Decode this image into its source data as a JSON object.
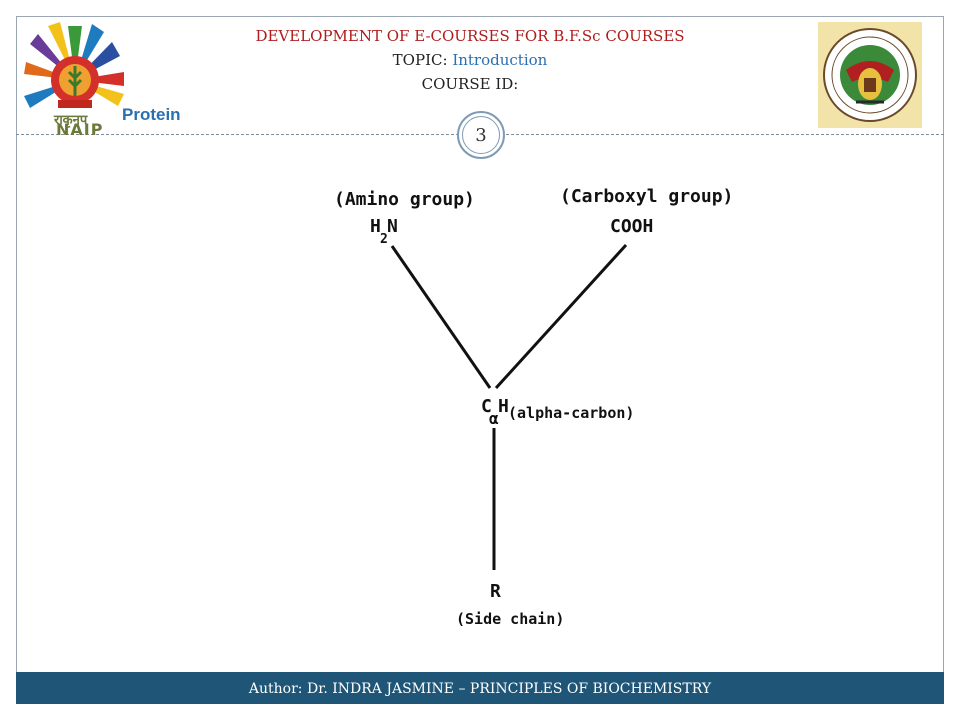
{
  "header": {
    "line1": "DEVELOPMENT OF E-COURSES FOR B.F.Sc COURSES",
    "topic_label": "TOPIC:",
    "topic_value": "Introduction",
    "course_id_label": "COURSE ID:"
  },
  "logo_left": {
    "script_text": "राकृनप",
    "acronym": "NAIP"
  },
  "section_label": "Protein",
  "page_number": "3",
  "diagram": {
    "amino_label": "(Amino group)",
    "amino_formula_h": "H",
    "amino_formula_sub": "2",
    "amino_formula_n": "N",
    "carboxyl_label": "(Carboxyl group)",
    "carboxyl_formula": "COOH",
    "center_c": "C",
    "center_alpha": "α",
    "center_h": "H",
    "center_label": "(alpha-carbon)",
    "r_label": "R",
    "side_chain_label": "(Side chain)"
  },
  "footer": {
    "text": "Author: Dr. INDRA JASMINE – PRINCIPLES OF BIOCHEMISTRY"
  },
  "colors": {
    "header_red": "#b01c1c",
    "topic_blue": "#2a6fb0",
    "footer_bg": "#1f5577"
  }
}
